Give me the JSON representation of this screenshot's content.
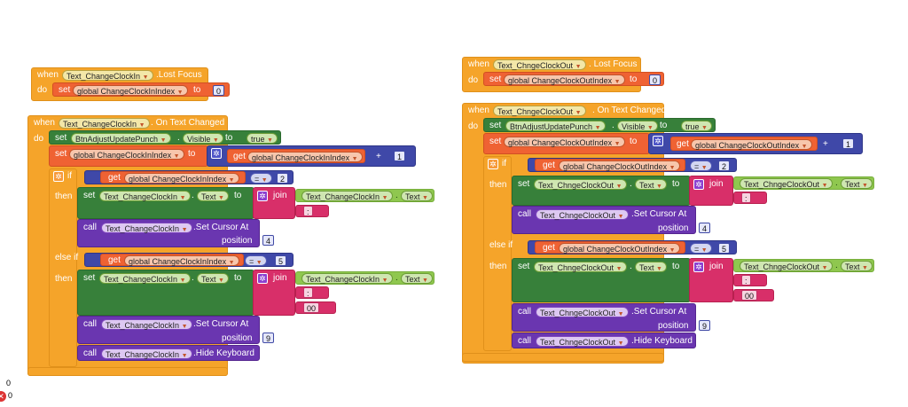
{
  "kw": {
    "when": "when",
    "do": "do",
    "set": "set",
    "get": "get",
    "to": "to",
    "if": "if",
    "then": "then",
    "else_if": "else if",
    "call": "call",
    "join": "join",
    "lost_focus": "Lost Focus",
    "on_text_changed": "On Text Changed",
    "visible": "Visible",
    "text": "Text",
    "set_cursor_at": "Set Cursor At",
    "position": "position",
    "hide_keyboard": "Hide Keyboard",
    "true": "true",
    "plus": "+",
    "eq": "=",
    "dot": "."
  },
  "left": {
    "component": "Text_ChangeClockIn",
    "global_index": "global ChangeClockInIndex",
    "button": "BtnAdjustUpdatePunch"
  },
  "right": {
    "component": "Text_ChngeClockOut",
    "global_index": "global ChangeClockOutIndex",
    "button": "BtnAdjustUpdatePunch"
  },
  "values": {
    "zero": "0",
    "one": "1",
    "two": "2",
    "four": "4",
    "five": "5",
    "nine": "9",
    "colon": ":",
    "double_zero": "00"
  },
  "status": {
    "warning_count": "0",
    "error_count": "0"
  }
}
